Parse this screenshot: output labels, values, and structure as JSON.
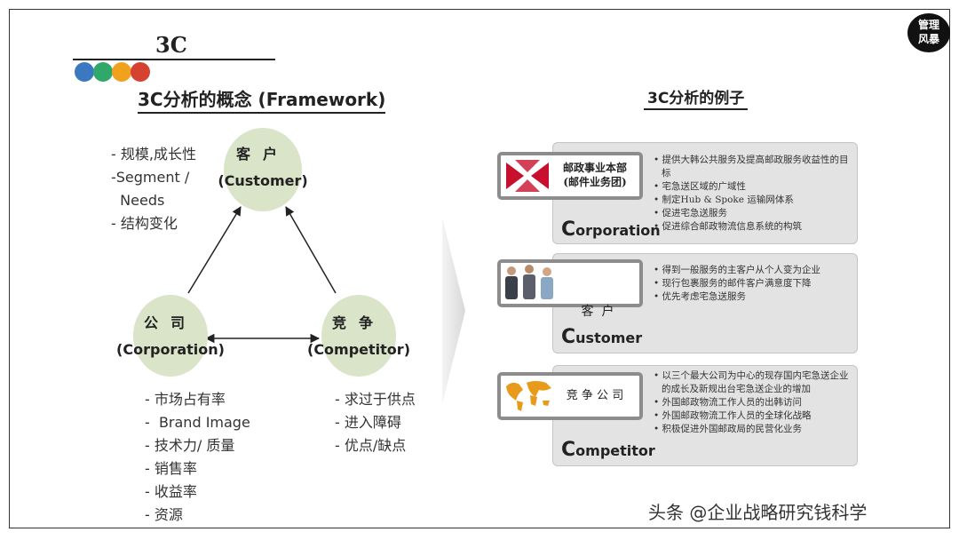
{
  "title": "3C",
  "dot_colors": [
    "#3c78c0",
    "#2fa86a",
    "#f0a11e",
    "#d64230"
  ],
  "concept_title": "3C分析的概念 (Framework)",
  "example_title": "3C分析的例子",
  "customer": {
    "cn": "客户",
    "en": "(Customer)"
  },
  "corporation": {
    "cn": "公司",
    "en": "(Corporation)"
  },
  "competitor": {
    "cn": "竞争",
    "en": "(Competitor)"
  },
  "customer_list": "- 规模,成长性\n-Segment /\n  Needs\n- 结构变化",
  "corporation_list": "- 市场占有率\n-  Brand Image\n- 技术力/ 质量\n- 销售率\n- 收益率\n- 资源",
  "competitor_list": "- 求过于供点\n- 进入障碍\n- 优点/缺点",
  "cards": [
    {
      "box_line1": "邮政事业本部",
      "box_line2": "(邮件业务团)",
      "initial": "C",
      "rest": "orporation",
      "bullets": [
        "提供大韩公共服务及提高邮政服务收益性的目标",
        "宅急送区域的广域性",
        "制定Hub & Spoke 运输网体系",
        "促进宅急送服务",
        "促进综合邮政物流信息系统的构筑"
      ]
    },
    {
      "box_line1": "客  户",
      "initial": "C",
      "rest": "ustomer",
      "bullets": [
        "得到一般服务的主客户从个人变为企业",
        "现行包裹服务的邮件客户满意度下降",
        "优先考虑宅急送服务"
      ]
    },
    {
      "box_line1": "竞 争 公 司",
      "initial": "C",
      "rest": "ompetitor",
      "bullets": [
        "以三个最大公司为中心的现存国内宅急送企业的成长及新规出台宅急送企业的增加",
        "外国邮政物流工作人员的出韩访问",
        "外国邮政物流工作人员的全球化战略",
        "积极促进外国邮政局的民营化业务"
      ]
    }
  ],
  "badge": {
    "line1": "管理",
    "line2": "风暴"
  },
  "watermark": "头条 @企业战略研究钱科学"
}
